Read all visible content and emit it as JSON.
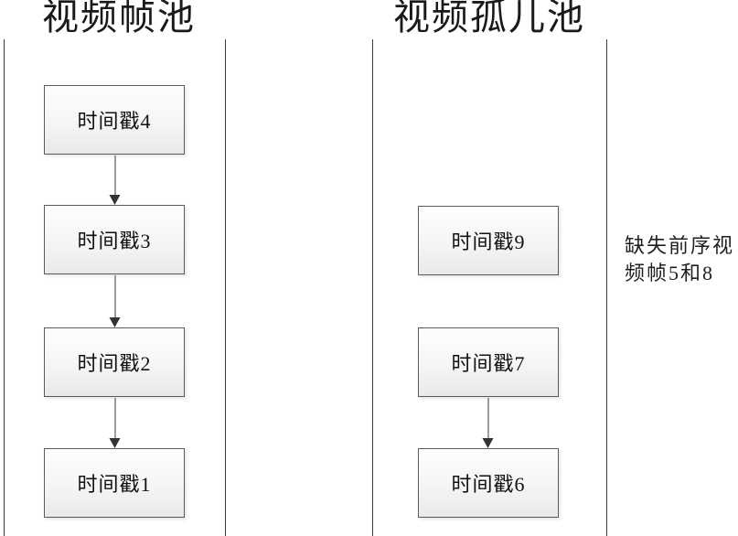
{
  "diagram": {
    "background_color": "#ffffff",
    "lane_line_color": "#3c3c3c",
    "box_border_color": "#5b5b5b",
    "box_fill_top": "#fefefe",
    "box_fill_bottom": "#e9e9e9",
    "arrow_color": "#333333",
    "pools": [
      {
        "title": "视频帧池",
        "boxes": [
          {
            "label": "时间戳4"
          },
          {
            "label": "时间戳3"
          },
          {
            "label": "时间戳2"
          },
          {
            "label": "时间戳1"
          }
        ]
      },
      {
        "title": "视频孤儿池",
        "boxes": [
          {
            "label": "时间戳9"
          },
          {
            "label": "时间戳7"
          },
          {
            "label": "时间戳6"
          }
        ]
      }
    ],
    "annotation": {
      "text": "缺失前序视频帧5和8"
    }
  }
}
